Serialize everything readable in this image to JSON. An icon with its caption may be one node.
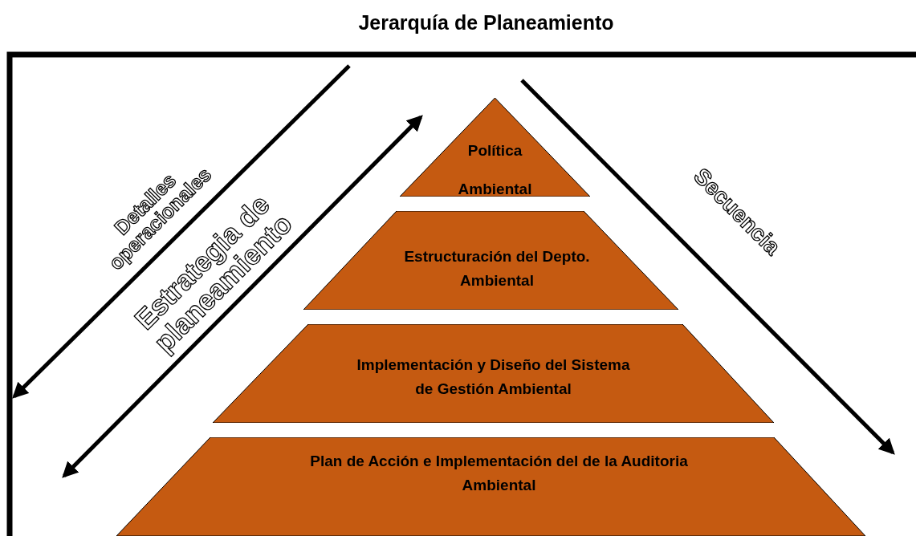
{
  "diagram": {
    "title": "Jerarquía de Planeamiento",
    "nodes": [
      {
        "text": [
          "Política Ambiental"
        ]
      },
      {
        "text": [
          "Estructuración del Depto. Ambiental"
        ]
      },
      {
        "text": [
          "Implementación y Diseño del Sistema de Gestión Ambiental"
        ]
      },
      {
        "text": [
          "Plan de Acción e Implementación del de la Auditoria Ambiental"
        ]
      }
    ],
    "edges": [],
    "labels": [
      "Detalles operacionales",
      "Estrategia de planeamiento",
      "Secuencia"
    ]
  }
}
